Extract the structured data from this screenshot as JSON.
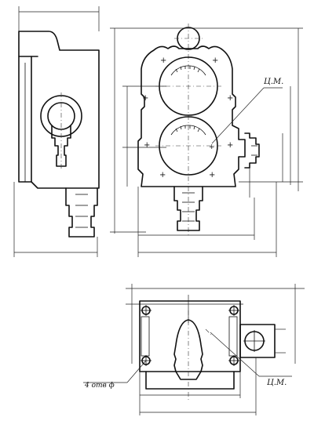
{
  "labels": {
    "center_mark_top": "Ц.М.",
    "center_mark_bottom": "Ц.М.",
    "holes_note": "4 отв ф"
  },
  "views": [
    {
      "name": "side-view"
    },
    {
      "name": "front-view"
    },
    {
      "name": "plan-view"
    }
  ]
}
